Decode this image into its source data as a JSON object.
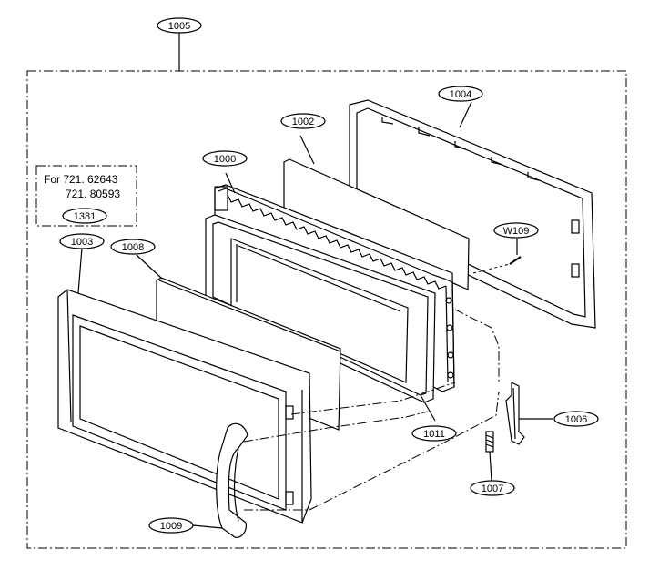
{
  "note": {
    "line1": "For 721. 62643",
    "line2": "721. 80593",
    "part": "1381"
  },
  "labels": {
    "p1005": "1005",
    "p1004": "1004",
    "p1002": "1002",
    "p1000": "1000",
    "p1008": "1008",
    "p1003": "1003",
    "pw109": "W109",
    "p1006": "1006",
    "p1007": "1007",
    "p1011": "1011",
    "p1009": "1009"
  }
}
